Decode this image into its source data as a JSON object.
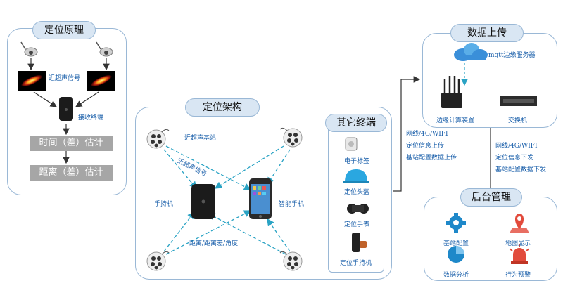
{
  "principle": {
    "title": "定位原理",
    "ultrasonic_signal": "近超声信号",
    "receiver_terminal": "接收终端",
    "step_time": "时间（差）估计",
    "step_distance": "距离（差）估计"
  },
  "architecture": {
    "title": "定位架构",
    "base_station": "近超声基站",
    "ultrasonic_signal": "近超声信号",
    "handheld": "手持机",
    "smartphone": "智能手机",
    "measures": "距离/距离差/角度"
  },
  "other_terminals": {
    "title": "其它终端",
    "items": [
      "电子标签",
      "定位头盔",
      "定位手表",
      "定位手持机"
    ]
  },
  "upload": {
    "title": "数据上传",
    "mqtt_server": "mqtt边缘服务器",
    "edge_device": "边缘计算装置",
    "switch": "交换机"
  },
  "uplink_text": [
    "网线/4G/WIFI",
    "定位信息上传",
    "基站配置数据上传"
  ],
  "downlink_text": [
    "网线/4G/WIFI",
    "定位信息下发",
    "基站配置数据下发"
  ],
  "backend": {
    "title": "后台管理",
    "items": [
      "基站配置",
      "地图显示",
      "数据分析",
      "行为预警"
    ]
  },
  "colors": {
    "accent": "#1a5faa",
    "panel_border": "#9ab8d6",
    "title_fill": "#d9e6f3",
    "dashed_arrow": "#2aa3c4"
  }
}
